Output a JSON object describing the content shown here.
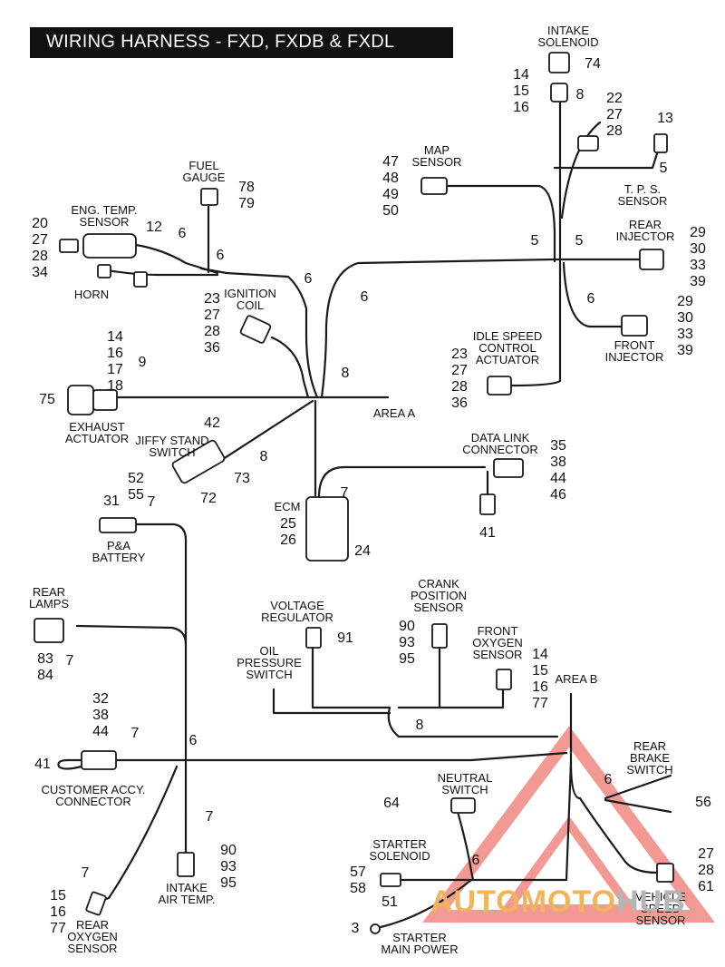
{
  "title": "WIRING HARNESS - FXD, FXDB & FXDL",
  "labels": {
    "intake_solenoid": "INTAKE\nSOLENOID",
    "fuel_gauge": "FUEL\nGAUGE",
    "eng_temp_sensor": "ENG. TEMP.\nSENSOR",
    "horn": "HORN",
    "ignition_coil": "IGNITION\nCOIL",
    "map_sensor": "MAP\nSENSOR",
    "tps_sensor": "T. P. S.\nSENSOR",
    "rear_injector": "REAR\nINJECTOR",
    "front_injector": "FRONT\nINJECTOR",
    "idle_speed": "IDLE SPEED\nCONTROL\nACTUATOR",
    "exhaust_actuator": "EXHAUST\nACTUATOR",
    "area_a": "AREA A",
    "jiffy_stand": "JIFFY STAND\nSWITCH",
    "data_link": "DATA LINK\nCONNECTOR",
    "ecm": "ECM",
    "pa_battery": "P&A\nBATTERY",
    "rear_lamps": "REAR\nLAMPS",
    "voltage_regulator": "VOLTAGE\nREGULATOR",
    "crank_position": "CRANK\nPOSITION\nSENSOR",
    "oil_pressure": "OIL\nPRESSURE\nSWITCH",
    "front_oxygen": "FRONT\nOXYGEN\nSENSOR",
    "area_b": "AREA B",
    "customer_accy": "CUSTOMER ACCY.\nCONNECTOR",
    "rear_brake": "REAR\nBRAKE\nSWITCH",
    "neutral_switch": "NEUTRAL\nSWITCH",
    "starter_solenoid": "STARTER\nSOLENOID",
    "intake_air_temp": "INTAKE\nAIR TEMP.",
    "rear_oxygen": "REAR\nOXYGEN\nSENSOR",
    "starter_main_power": "STARTER\nMAIN POWER",
    "vehicle_speed": "VEHICLE\nSPEED\nSENSOR"
  },
  "callouts": {
    "c74": "74",
    "c14_15_16_top": "14\n15\n16",
    "c8_top": "8",
    "c22_27_28": "22\n27\n28",
    "c13": "13",
    "c5_tps": "5",
    "c78_79": "78\n79",
    "c12": "12",
    "c20_27_28_34": "20\n27\n28\n34",
    "c6_fuel": "6",
    "c6_eng": "6",
    "c47_48_49_50": "47\n48\n49\n50",
    "c5_left": "5",
    "c5_right": "5",
    "c29_30_33_39_rear": "29\n30\n33\n39",
    "c6_mid1": "6",
    "c6_mid2": "6",
    "c23_27_28_36_ign": "23\n27\n28\n36",
    "c6_front_inj": "6",
    "c29_30_33_39_front": "29\n30\n33\n39",
    "c14_16_17_18": "14\n16\n17\n18",
    "c9": "9",
    "c8_areaa": "8",
    "c75": "75",
    "c23_27_28_36_idle": "23\n27\n28\n36",
    "c42": "42",
    "c8_jiffy": "8",
    "c73": "73",
    "c72": "72",
    "c35_38_44_46": "35\n38\n44\n46",
    "c41_datalink": "41",
    "c7_ecm": "7",
    "c25_26": "25\n26",
    "c24": "24",
    "c52_55": "52\n55",
    "c31": "31",
    "c7_battery": "7",
    "c83_84": "83\n84",
    "c7_lamps": "7",
    "c91": "91",
    "c90_93_95_crank": "90\n93\n95",
    "c14_15_16_77_front": "14\n15\n16\n77",
    "c8_oil": "8",
    "c32_38_44": "32\n38\n44",
    "c7_accy": "7",
    "c6_center": "6",
    "c41_accy": "41",
    "c6_brake": "6",
    "c56": "56",
    "c64": "64",
    "c7_iat": "7",
    "c90_93_95_iat": "90\n93\n95",
    "c57_58": "57\n58",
    "c6_starter": "6",
    "c27_28_61": "27\n28\n61",
    "c7_rear_o2": "7",
    "c15_16_77_rear": "15\n16\n77",
    "c51": "51",
    "c3": "3"
  },
  "watermark": {
    "part1": "AUTOMOTO",
    "part2": "HUB",
    "triangle_color": "#e8473d",
    "text_color_1": "#f2b35a",
    "text_color_2": "#b5b5b5"
  }
}
